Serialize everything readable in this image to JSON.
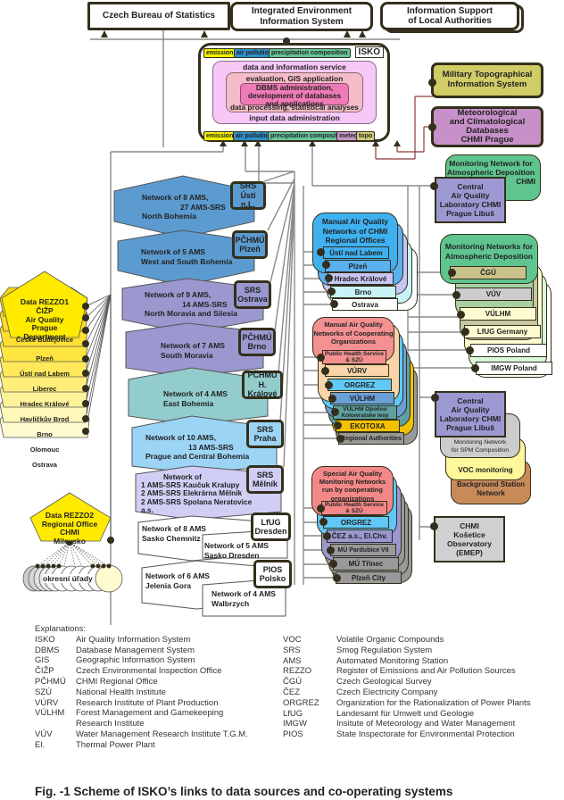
{
  "top_systems": {
    "czech_bureau": "Czech Bureau of Statistics",
    "ieis_line1": "Integrated Environment",
    "ieis_line2": "Information System",
    "local_line1": "Information Support",
    "local_line2": "of Local Authorities"
  },
  "isko": {
    "title": "ISKO",
    "top_tags": [
      "emission",
      "air pollution",
      "precipitation composition"
    ],
    "bottom_tags": [
      "emission",
      "air pollution",
      "precipitation composition",
      "meteo",
      "topo"
    ],
    "layers": {
      "outer": "data and information service",
      "evaluation": "evaluation, GIS application",
      "dbms_line1": "DBMS administration,",
      "dbms_line2": "development of databases",
      "dbms_line3": "and applications",
      "processing": "data processing, statistical analyses",
      "input": "input data administration"
    },
    "tag_colors": {
      "emission": "#f2f200",
      "air_pollution": "#2f8fc8",
      "precipitation": "#66c49a",
      "meteo": "#c897c8",
      "topo": "#d2cc78"
    }
  },
  "right_systems": {
    "military_line1": "Military Topographical",
    "military_line2": "Information System",
    "meteo_line1": "Meteorological",
    "meteo_line2": "and Climatological",
    "meteo_line3": "Databases",
    "meteo_line4": "CHMI Prague",
    "deposition_chmi_line1": "Monitoring Network for",
    "deposition_chmi_line2": "Atmospheric Deposition",
    "deposition_chmi_line3": "CHMI",
    "central_lab_line1": "Central",
    "central_lab_line2": "Air Quality",
    "central_lab_line3": "Laboratory CHMI",
    "central_lab_line4": "Prague Libuš"
  },
  "regional_networks": [
    {
      "line1": "Network of 8 AMS,",
      "line2": "27 AMS-SRS",
      "line3": "North Bohemia",
      "office1": "SRS",
      "office2": "Ústí n.L.",
      "color": "#5b9bd0"
    },
    {
      "line1": "Network of 5 AMS",
      "line2": "West and South Bohemia",
      "office1": "PČHMÚ",
      "office2": "Plzeň",
      "color": "#5b9bd0"
    },
    {
      "line1": "Network of 9 AMS,",
      "line2": "14 AMS-SRS",
      "line3": "North Moravia and Silesia",
      "office1": "SRS",
      "office2": "Ostrava",
      "color": "#9a98cf"
    },
    {
      "line1": "Network of 7 AMS",
      "line2": "South Moravia",
      "office1": "PČHMÚ",
      "office2": "Brno",
      "color": "#9a98cf"
    },
    {
      "line1": "Network of 4 AMS",
      "line2": "East Bohemia",
      "office1": "PČHMÚ",
      "office2": "H. Králové",
      "color": "#92cccc"
    },
    {
      "line1": "Network of 10 AMS,",
      "line2": "13 AMS-SRS",
      "line3": "Prague and Central Bohemia",
      "office1": "SRS",
      "office2": "Praha",
      "color": "#9cd4f6"
    },
    {
      "line1": "Network of",
      "line2": "1 AMS-SRS Kaučuk Kralupy",
      "line3": "2 AMS-SRS Elekrárna Mělník",
      "line4": "2 AMS-SRS Spolana Neratovice",
      "line5": "a.s.",
      "office1": "SRS",
      "office2": "Mělník",
      "color": "#d0cef4"
    }
  ],
  "foreign_networks": {
    "saxony": {
      "a1": "Network of 8 AMS",
      "a2": "Sasko Chemnitz",
      "b1": "Network of 5 AMS",
      "b2": "Sasko Dresden",
      "office1": "LfUG",
      "office2": "Dresden"
    },
    "poland": {
      "a1": "Network of 6 AMS",
      "a2": "Jelenia Gora",
      "b1": "Network of 4 AMS",
      "b2": "Walbrzych",
      "office1": "PIOS",
      "office2": "Polsko"
    }
  },
  "rezzo1": {
    "line1": "Data REZZO1",
    "line2": "ČIŽP",
    "line3": "Air Quality",
    "line4": "Prague",
    "line5": "Department",
    "offices": [
      "České Budějovice",
      "Plzeň",
      "Ústí nad Labem",
      "Liberec",
      "Hradec Králové",
      "Havlíčkův Brod",
      "Brno",
      "Olomouc",
      "Ostrava"
    ]
  },
  "rezzo2": {
    "line1": "Data REZZO2",
    "line2": "Regional Office",
    "line3": "CHMI",
    "line4": "Milevsko",
    "districts": "okresní úřady"
  },
  "manual_chmi": {
    "title1": "Manual Air Quality",
    "title2": "Networks of CHMI",
    "title3": "Regional Offices",
    "items": [
      "Ústí nad Labem",
      "Plzeň",
      "Hradec Králové",
      "Brno",
      "Ostrava"
    ]
  },
  "manual_coop": {
    "title1": "Manual Air Quality",
    "title2": "Networks of Cooperating",
    "title3": "Organizations",
    "items": [
      "Public Health Service & SZÚ",
      "VÚRV",
      "ORGREZ",
      "VÚLHM",
      "VÚLHM Opočno Kolowratske lesy",
      "EKOTOXA",
      "Regional Authorities"
    ]
  },
  "special_coop": {
    "title1": "Special Air Quality",
    "title2": "Monitoring Networks",
    "title3": "run by cooperating",
    "title4": "organizations",
    "items": [
      "Public Health Service & SZÚ",
      "ORGREZ",
      "ČEZ a.s., El.Chv.",
      "MÚ Pardubice VII",
      "MÚ Třinec",
      "Plzeň City"
    ]
  },
  "deposition_networks": {
    "title1": "Monitoring Networks for",
    "title2": "Atmospheric Deposition",
    "items": [
      "ČGÚ",
      "VÚV",
      "VÚLHM",
      "LfUG Germany",
      "PIOS Poland",
      "IMGW Poland"
    ]
  },
  "central_lab2": {
    "line1": "Central",
    "line2": "Air Quality",
    "line3": "Laboratory CHMI",
    "line4": "Prague Libuš",
    "spm1": "Monitoring Network",
    "spm2": "for SPM Composition",
    "voc": "VOC monitoring",
    "bg1": "Background Station",
    "bg2": "Network"
  },
  "kosetice": {
    "line1": "CHMI",
    "line2": "Košetice",
    "line3": "Observatory",
    "line4": "(EMEP)"
  },
  "legend": {
    "heading": "Explanations:",
    "left": [
      {
        "k": "ISKO",
        "v": "Air Quality Information System"
      },
      {
        "k": "DBMS",
        "v": "Database Management System"
      },
      {
        "k": "GIS",
        "v": "Geographic Information System"
      },
      {
        "k": "ČIŽP",
        "v": "Czech Environmental Inspection Office"
      },
      {
        "k": "PČHMÚ",
        "v": "CHMI Regional Office"
      },
      {
        "k": "SZÚ",
        "v": "National Health Institute"
      },
      {
        "k": "VÚRV",
        "v": "Research Institute of Plant Production"
      },
      {
        "k": "VÚLHM",
        "v": "Forest Management and Gamekeeping"
      },
      {
        "k": "",
        "v": "Research Institute"
      },
      {
        "k": "VÚV",
        "v": "Water Management Research Institute T.G.M."
      },
      {
        "k": "El.",
        "v": "Thermal Power Plant"
      }
    ],
    "right": [
      {
        "k": "VOC",
        "v": "Volatile Organic Compounds"
      },
      {
        "k": "SRS",
        "v": "Smog Regulation System"
      },
      {
        "k": "AMS",
        "v": "Automated Monitoring Station"
      },
      {
        "k": "REZZO",
        "v": "Register of Emissions and Air Pollution Sources"
      },
      {
        "k": "ČGÚ",
        "v": "Czech Geological Survey"
      },
      {
        "k": "ČEZ",
        "v": "Czech Electricity Company"
      },
      {
        "k": "ORGREZ",
        "v": "Organization for the Rationalization of Power Plants"
      },
      {
        "k": "LfUG",
        "v": "Landesamt für Umwelt und Geologie"
      },
      {
        "k": "IMGW",
        "v": "Insitute of Meteorology and Water Management"
      },
      {
        "k": "PIOS",
        "v": "State Inspectorate for Environmental Protection"
      }
    ]
  },
  "caption": "Fig. -1  Scheme of ISKO’s links to data sources and co-operating systems"
}
